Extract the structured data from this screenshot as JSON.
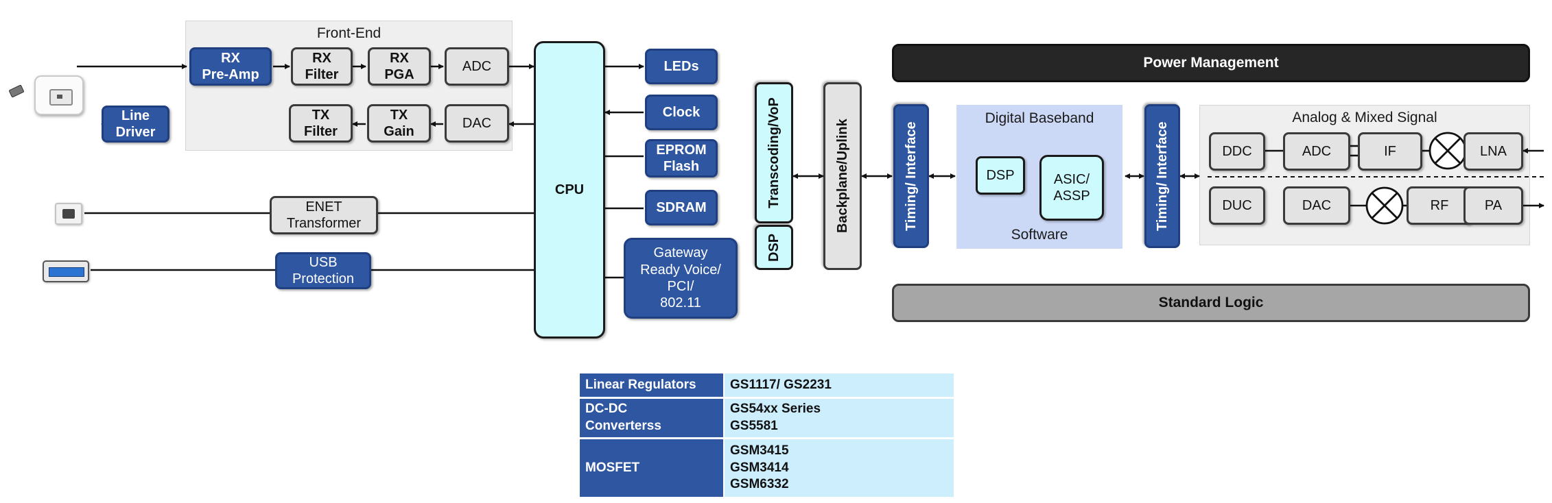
{
  "front_end": {
    "title": "Front-End",
    "rx_preamp": "RX\nPre-Amp",
    "rx_filter": "RX\nFilter",
    "rx_pga": "RX\nPGA",
    "adc": "ADC",
    "tx_filter": "TX\nFilter",
    "tx_gain": "TX\nGain",
    "dac": "DAC"
  },
  "line_driver": "Line\nDriver",
  "enet_transformer": "ENET\nTransformer",
  "usb_protection": "USB\nProtection",
  "cpu": "CPU",
  "peripherals": {
    "leds": "LEDs",
    "clock": "Clock",
    "eprom": "EPROM\nFlash",
    "sdram": "SDRAM",
    "gateway": "Gateway\nReady Voice/\nPCI/\n802.11"
  },
  "transcoding": "Transcoding/VoP",
  "dsp_left": "DSP",
  "backplane": "Backplane/Uplink",
  "power_management": "Power Management",
  "standard_logic": "Standard Logic",
  "timing_left": "Timing/ Interface",
  "timing_right": "Timing/ Interface",
  "digital_baseband": {
    "title": "Digital Baseband",
    "dsp": "DSP",
    "asic": "ASIC/\nASSP",
    "software": "Software"
  },
  "analog": {
    "title": "Analog & Mixed Signal",
    "ddc": "DDC",
    "adc": "ADC",
    "if": "IF",
    "lna": "LNA",
    "duc": "DUC",
    "dac": "DAC",
    "rf": "RF",
    "pa": "PA"
  },
  "table": {
    "rows": [
      {
        "category": "Linear Regulators",
        "parts": "GS1117/ GS2231"
      },
      {
        "category": "DC-DC\nConverterss",
        "parts": "GS54xx Series\nGS5581"
      },
      {
        "category": "MOSFET",
        "parts": "GSM3415\nGSM3414\nGSM6332"
      }
    ]
  },
  "icons": [
    "wall-jack-icon",
    "rj-plug-icon",
    "ethernet-port-icon",
    "usb-port-icon",
    "mixer-icon"
  ],
  "colors": {
    "blue_block": "#2f56a0",
    "grey_block": "#e3e3e3",
    "cyan_block": "#cdfafd",
    "baseband_bg": "#ccd9f6",
    "group_bg": "#efefef",
    "table_header": "#2f56a0",
    "table_value": "#cdeefd"
  }
}
